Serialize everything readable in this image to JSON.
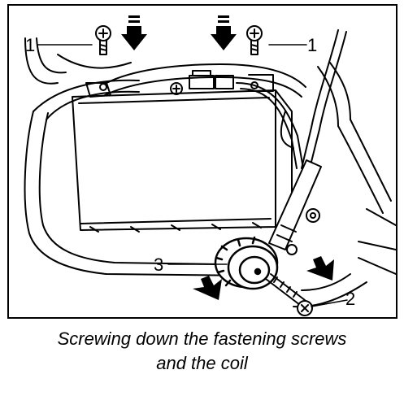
{
  "figure": {
    "callouts": {
      "screw_left": "1",
      "screw_right": "1",
      "bolt": "2",
      "coil": "3"
    },
    "caption": {
      "line1": "Screwing down the fastening screws",
      "line2": "and the coil"
    }
  }
}
